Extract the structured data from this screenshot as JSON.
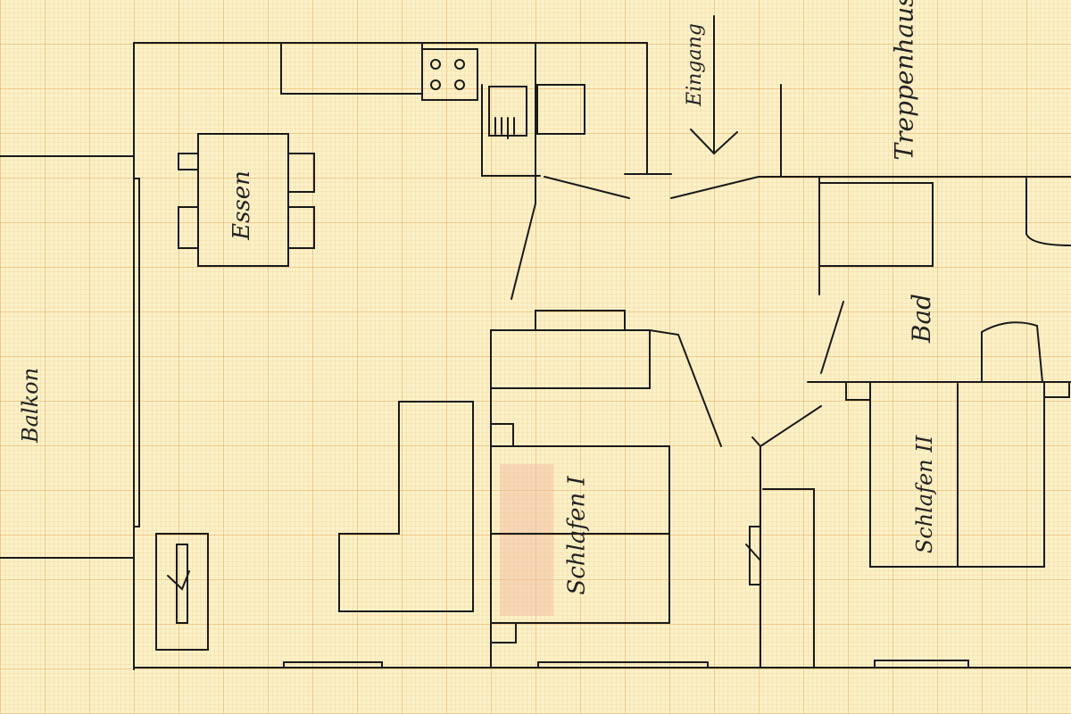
{
  "plan": {
    "rooms": {
      "dining": "Essen",
      "entrance": "Eingang",
      "stairwell": "Treppenhaus",
      "bath": "Bad",
      "bedroom1": "Schlafen I",
      "bedroom2": "Schlafen II",
      "balcony": "Balkon"
    },
    "colors": {
      "ink": "#1a1a1a",
      "paper": "#fbf1c8",
      "grid": "#e6aa5a",
      "bed_shade": "#f2b8a0"
    }
  }
}
